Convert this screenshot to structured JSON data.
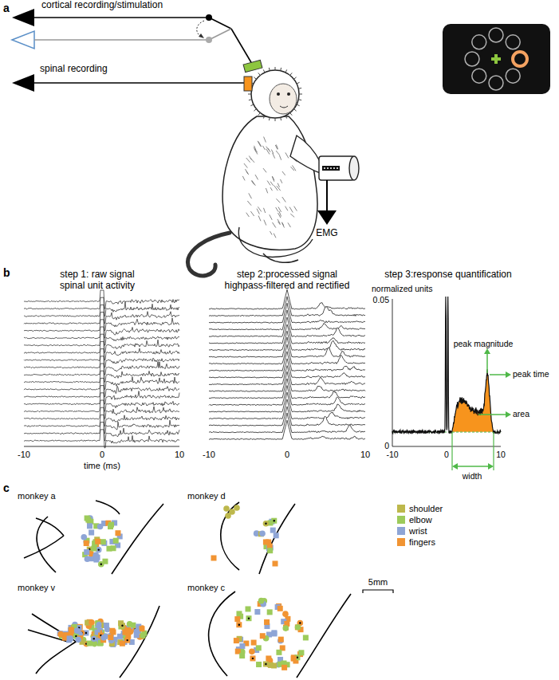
{
  "diagram": {
    "labels": [
      "a",
      "cortical recording/stimulation",
      "spinal recording",
      "EMG",
      "b",
      "step 1: raw signal spinal unit activity",
      "step 2:processed signal highpass-filtered and rectified",
      "step 3:response quantification",
      "-10",
      "0",
      "10",
      "time (ms)",
      "-10",
      "0",
      "10",
      "normalized units",
      "0.05",
      "0",
      "peak magnitude",
      "peak time",
      "area",
      "-10",
      "0",
      "10",
      "width",
      "c",
      "monkey a",
      "monkey d",
      "monkey v",
      "monkey c",
      "5mm"
    ],
    "legend": [
      {
        "text": "shoulder",
        "color": "#bdb84c"
      },
      {
        "text": "elbow",
        "color": "#9dcb5b"
      },
      {
        "text": "wrist",
        "color": "#8ea5d6"
      },
      {
        "text": "fingers",
        "color": "#f19433"
      }
    ]
  }
}
